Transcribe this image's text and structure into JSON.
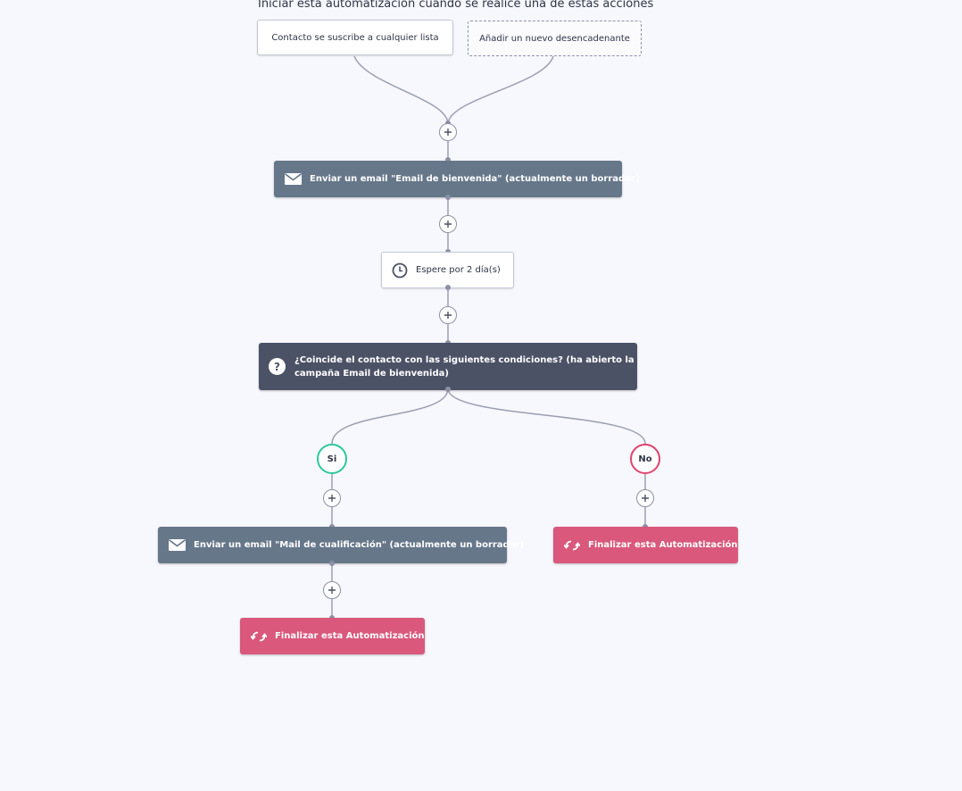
{
  "heading": "Iniciar esta automatización cuando se realice una de estas acciones",
  "triggers": {
    "subscribe": "Contacto se suscribe a cualquier lista",
    "add": "Añadir un nuevo desencadenante"
  },
  "steps": {
    "email_welcome": "Enviar un email \"Email de bienvenida\" (actualmente un borrador)",
    "wait": "Espere por 2 día(s)",
    "condition_line1": "¿Coincide el contacto con las siguientes condiciones? (ha abierto la",
    "condition_line2": "campaña Email de bienvenida)",
    "email_qualify": "Enviar un email \"Mail de cualificación\" (actualmente un borrador)",
    "end_yes": "Finalizar esta Automatización",
    "end_no": "Finalizar esta Automatización"
  },
  "branches": {
    "yes": "Si",
    "no": "No"
  },
  "icons": {
    "email": "envelope-icon",
    "wait": "clock-icon",
    "condition": "question-icon",
    "end": "refresh-icon",
    "add": "plus-icon"
  },
  "colors": {
    "background": "#f7f8fd",
    "action": "#66778a",
    "condition": "#4c5266",
    "end": "#d9587c",
    "yes": "#2fc79d",
    "no": "#e0426d",
    "connector": "#8a90a6"
  }
}
